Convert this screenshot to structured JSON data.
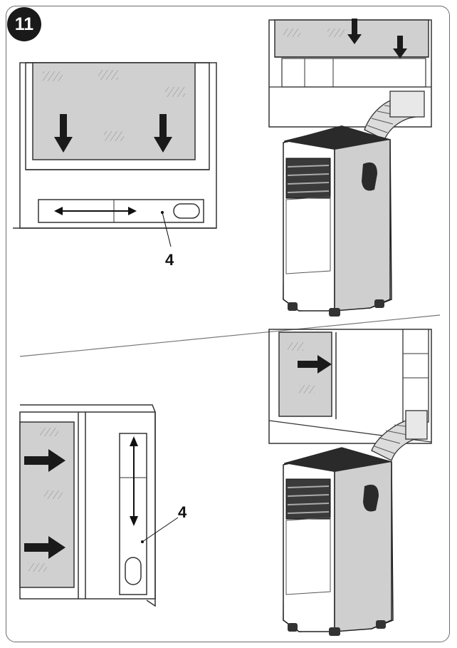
{
  "step": {
    "number": "11"
  },
  "callouts": {
    "top": "4",
    "bottom": "4"
  },
  "colors": {
    "glass": "#cfcfcf",
    "frame_line": "#3a3a3a",
    "arrow": "#1a1a1a",
    "unit_dark": "#2a2a2a"
  },
  "icons": [
    "down-arrow-icon",
    "right-arrow-icon",
    "double-arrow-icon"
  ]
}
